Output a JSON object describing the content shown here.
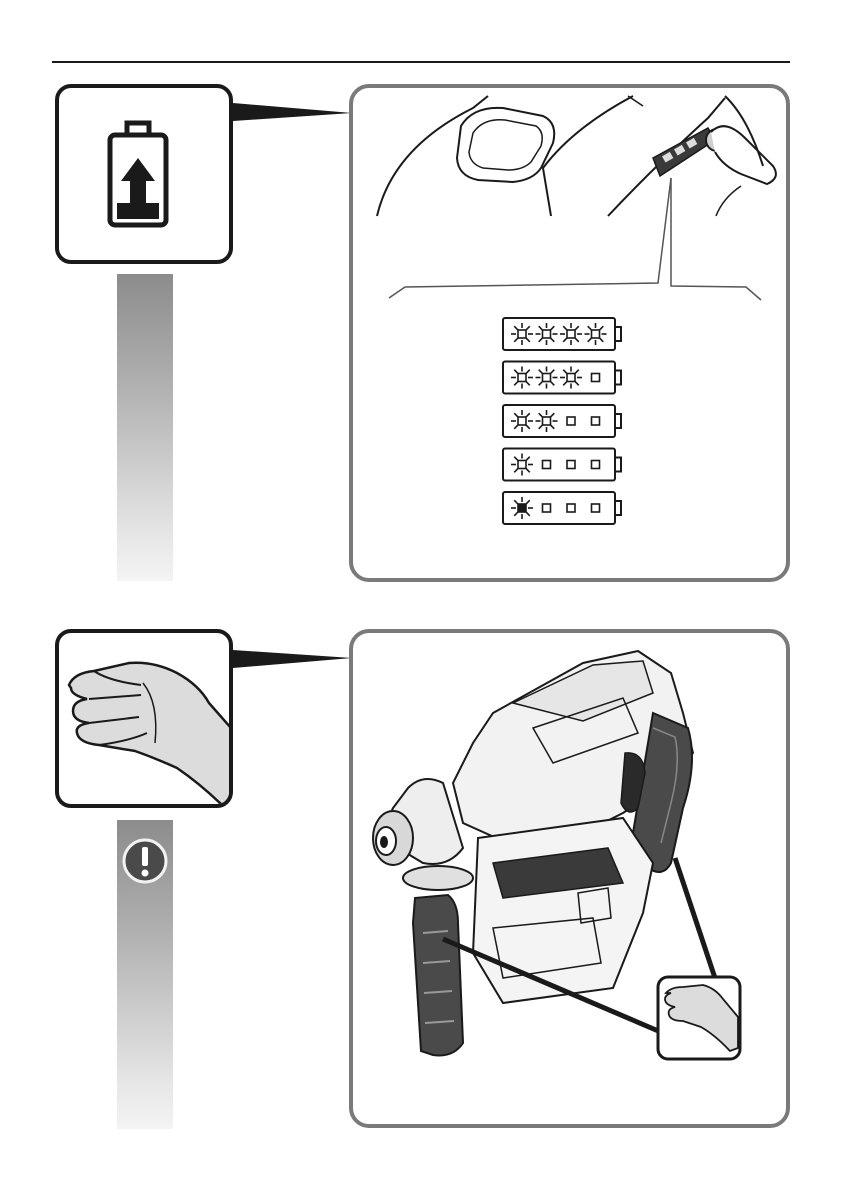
{
  "page": {
    "background": "#ffffff",
    "ink": "#1a1a1a",
    "panel_border": "#7a7a7a",
    "gradient_top": "#8c8c8c",
    "gradient_bottom": "#f4f4f4"
  },
  "section_battery": {
    "icon": "battery-charge-arrow-icon",
    "panel_illustration": "press-battery-level-button-illustration",
    "charge_levels": [
      {
        "lit": 4,
        "total": 4,
        "first_segment_blinking": false
      },
      {
        "lit": 3,
        "total": 4,
        "first_segment_blinking": false
      },
      {
        "lit": 2,
        "total": 4,
        "first_segment_blinking": false
      },
      {
        "lit": 1,
        "total": 4,
        "first_segment_blinking": false
      },
      {
        "lit": 1,
        "total": 4,
        "first_segment_blinking": true
      }
    ]
  },
  "section_grip": {
    "icon": "hand-grip-icon",
    "warning_icon": "exclamation-warning-icon",
    "panel_illustration": "rotary-hammer-insulated-grip-illustration",
    "inset_icon": "hand-grip-inset-icon"
  }
}
